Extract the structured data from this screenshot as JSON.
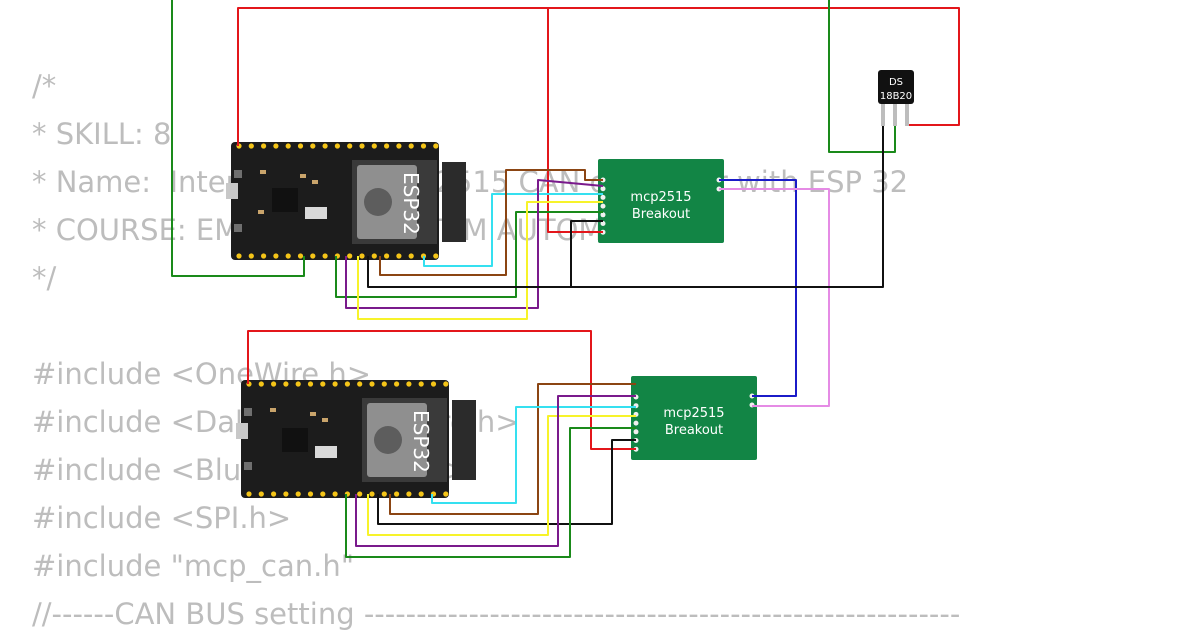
{
  "code_lines": [
    "/*",
    "* SKILL: 8",
    "* Name:  Interfacing of MCP2515 CAN controller with ESP 32",
    "* COURSE: EMBEDDED SYSTEM AUTOMATION",
    "*/",
    "",
    "#include <OneWire.h>",
    "#include <DallasTemperature.h>",
    "#include <BluetoothSerial.h>",
    "#include <SPI.h>",
    "#include \"mcp_can.h\"",
    "//------CAN BUS setting ---------------------------------------------------------"
  ],
  "components": {
    "esp32_top": {
      "label": "ESP32"
    },
    "esp32_bottom": {
      "label": "ESP32"
    },
    "mcp_top": {
      "line1": "mcp2515",
      "line2": "Breakout"
    },
    "mcp_bottom": {
      "line1": "mcp2515",
      "line2": "Breakout"
    },
    "sensor": {
      "line1": "DS",
      "line2": "18B20"
    }
  },
  "wire_colors": {
    "red": "#e3161b",
    "green": "#1a8a1a",
    "blue": "#1b1bc8",
    "pink": "#e58be5",
    "cyan": "#35e0f0",
    "brown": "#8b4513",
    "purple": "#7a1a8c",
    "yellow": "#f7f32a",
    "black": "#111111"
  },
  "board_colors": {
    "esp32": "#1c1c1c",
    "mcp2515": "#128545",
    "sensor": "#111111"
  }
}
